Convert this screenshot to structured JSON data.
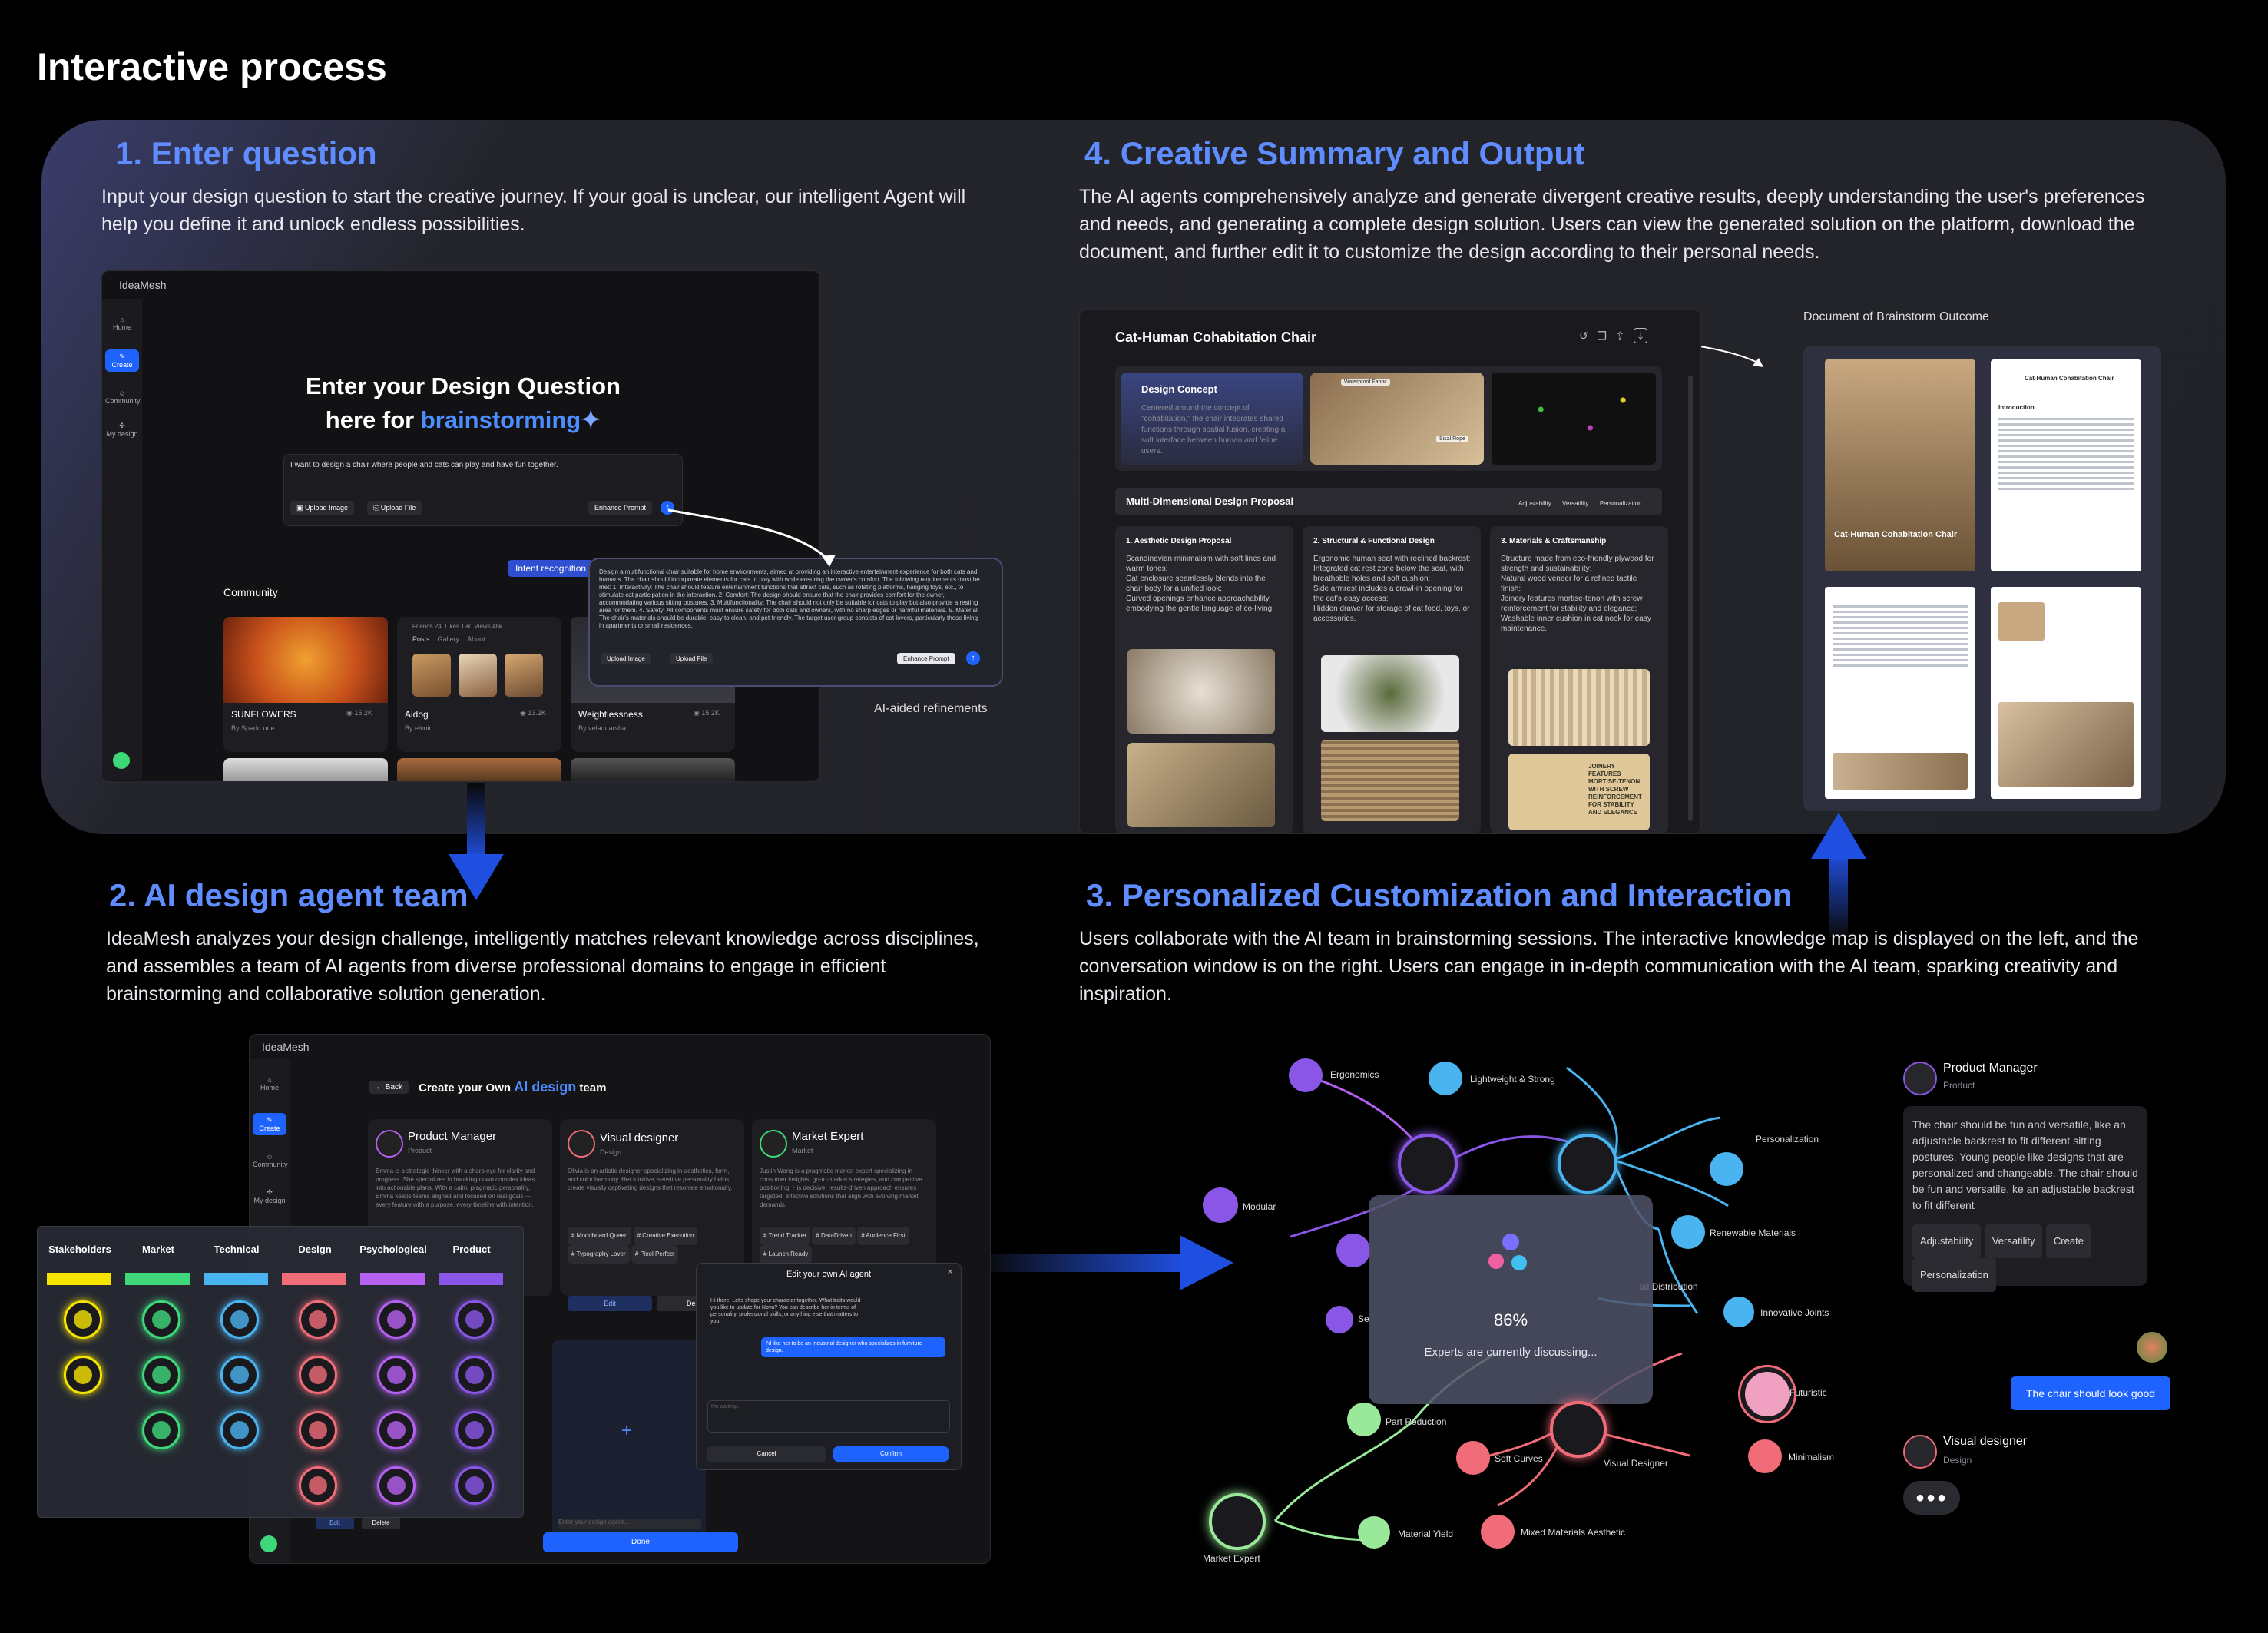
{
  "page": {
    "title": "Interactive process"
  },
  "sections": {
    "s1": {
      "heading": "1. Enter question",
      "text": "Input your design question to start the creative journey. If your goal is unclear, our intelligent Agent will help you define it and unlock endless possibilities."
    },
    "s2": {
      "heading": "2. AI design agent team",
      "text": "IdeaMesh analyzes your design challenge, intelligently matches relevant knowledge across disciplines, and assembles a team of AI agents from diverse professional domains to engage in efficient brainstorming and collaborative solution generation."
    },
    "s3": {
      "heading": "3. Personalized Customization and Interaction",
      "text": "Users collaborate with the AI team in brainstorming sessions. The interactive knowledge map is displayed on the left, and the conversation window is on the right. Users can engage in in-depth communication with the AI team, sparking creativity and inspiration."
    },
    "s4": {
      "heading": "4. Creative Summary and Output",
      "text": "The AI agents comprehensively analyze and generate divergent creative results, deeply understanding the user's preferences and needs, and generating a complete design solution. Users can view the generated solution on the platform, download the document, and further edit it to customize the design according to their personal needs."
    }
  },
  "app1": {
    "brand": "IdeaMesh",
    "nav": [
      "Home",
      "Create",
      "Community",
      "My design"
    ],
    "hero_line1": "Enter your Design Question",
    "hero_line2_prefix": "here for",
    "hero_highlight": "brainstorming",
    "input_text": "I want to design a chair where people and cats can play and have fun together.",
    "upload_image": "Upload Image",
    "upload_file": "Upload File",
    "enhance_prompt": "Enhance Prompt",
    "intent_badge": "Intent recognition",
    "refined_text": "Design a multifunctional chair suitable for home environments, aimed at providing an interactive entertainment experience for both cats and humans. The chair should incorporate elements for cats to play with while ensuring the owner's comfort. The following requirements must be met: 1. Interactivity: The chair should feature entertainment functions that attract cats, such as rotating platforms, hanging toys, etc., to stimulate cat participation in the interaction. 2. Comfort: The design should ensure that the chair provides comfort for the owner, accommodating various sitting postures. 3. Multifunctionality: The chair should not only be suitable for cats to play but also provide a resting area for them. 4. Safety: All components must ensure safety for both cats and owners, with no sharp edges or harmful materials. 5. Material: The chair's materials should be durable, easy to clean, and pet-friendly. The target user group consists of cat lovers, particularly those living in apartments or small residences.",
    "ai_refine_caption": "AI-aided refinements",
    "community_label": "Community",
    "profile_stats": [
      "Friends 24",
      "Likes 19k",
      "Views 46k"
    ],
    "profile_tabs": [
      "Posts",
      "Gallery",
      "About"
    ],
    "cards": [
      {
        "title": "SUNFLOWERS",
        "count": "15.2K",
        "author": "By SparkLune"
      },
      {
        "title": "Aidog",
        "count": "13.2K",
        "author": "By elvoin"
      },
      {
        "title": "Weightlessness",
        "count": "15.2K",
        "author": "By velaquarsha"
      }
    ]
  },
  "app4": {
    "title": "Cat-Human Cohabitation Chair",
    "concept_title": "Design Concept",
    "concept_text": "Centered around the concept of \"cohabitation,\" the chair integrates shared functions through spatial fusion, creating a soft interface between human and feline users.",
    "image_tags": [
      "Waterproof Fabric",
      "Sisal Rope"
    ],
    "proposal_title": "Multi-Dimensional Design Proposal",
    "proposal_tags": [
      "Adjustability",
      "Versatility",
      "Personalization"
    ],
    "columns": [
      {
        "title": "1. Aesthetic Design Proposal",
        "items": [
          "Scandinavian minimalism with soft lines and warm tones;",
          "Cat enclosure seamlessly blends into the chair body for a unified look;",
          "Curved openings enhance approachability, embodying the gentle language of co-living."
        ]
      },
      {
        "title": "2. Structural & Functional Design",
        "items": [
          "Ergonomic human seat with reclined backrest;",
          "Integrated cat rest zone below the seat, with breathable holes and soft cushion;",
          "Side armrest includes a crawl-in opening for the cat's easy access;",
          "Hidden drawer for storage of cat food, toys, or accessories."
        ]
      },
      {
        "title": "3. Materials & Craftsmanship",
        "items": [
          "Structure made from eco-friendly plywood for strength and sustainability;",
          "Natural wood veneer for a refined tactile finish;",
          "Joinery features mortise-tenon with screw reinforcement for stability and elegance;",
          "Washable inner cushion in cat nook for easy maintenance."
        ]
      }
    ],
    "joinery_caption": "JOINERY FEATURES MORTISE-TENON WITH SCREW REINFORCEMENT FOR STABILITY AND ELEGANCE",
    "doc_caption": "Document of Brainstorm Outcome",
    "doc_cover_title": "Cat-Human Cohabitation Chair",
    "doc_page_title": "Cat-Human Cohabitation Chair",
    "doc_intro": "Introduction"
  },
  "app2": {
    "brand": "IdeaMesh",
    "nav": [
      "Home",
      "Create",
      "Community",
      "My design"
    ],
    "back": "Back",
    "heading_prefix": "Create your Own",
    "heading_highlight": "AI design",
    "heading_suffix": "team",
    "agents": [
      {
        "name": "Product Manager",
        "role": "Product",
        "text": "Emma is a strategic thinker with a sharp eye for clarity and progress. She specializes in breaking down complex ideas into actionable plans. With a calm, pragmatic personality, Emma keeps teams aligned and focused on real goals — every feature with a purpose, every timeline with intention.",
        "tags": []
      },
      {
        "name": "Visual designer",
        "role": "Design",
        "text": "Olivia is an artistic designer specializing in aesthetics, form, and color harmony. Her intuitive, sensitive personality helps create visually captivating designs that resonate emotionally.",
        "tags": [
          "Moodboard Queen",
          "Creative Execution",
          "Typography Lover",
          "Pixel Perfect"
        ]
      },
      {
        "name": "Market Expert",
        "role": "Market",
        "text": "Justin Wang is a pragmatic market expert specializing in consumer insights, go-to-market strategies, and competitive positioning. His decisive, results-driven approach ensures targeted, effective solutions that align with evolving market demands.",
        "tags": [
          "Trend Tracker",
          "DataDriven",
          "Audience First",
          "Launch Ready"
        ]
      }
    ],
    "edit": "Edit",
    "delete": "Delete",
    "done": "Done",
    "modal_title": "Edit your own AI agent",
    "modal_msg_agent": "Hi there! Let's shape your character together. What traits would you like to update for Nova? You can describe her in terms of personality, professional skills, or anything else that matters to you.",
    "modal_msg_user": "I'd like her to be an industrial designer who specializes in furniture design.",
    "modal_placeholder": "I'm waiting...",
    "cancel": "Cancel",
    "confirm": "Confirm",
    "enter_placeholder": "Enter your design agent...",
    "categories": [
      {
        "label": "Stakeholders",
        "color": "#f5e400"
      },
      {
        "label": "Market",
        "color": "#3ed87a"
      },
      {
        "label": "Technical",
        "color": "#4ab4f0"
      },
      {
        "label": "Design",
        "color": "#f06c78"
      },
      {
        "label": "Psychological",
        "color": "#b560f0"
      },
      {
        "label": "Product",
        "color": "#8a56e8"
      }
    ]
  },
  "app3": {
    "nodes": {
      "ergonomics": "Ergonomics",
      "lightweight": "Lightweight & Strong",
      "personalization": "Personalization",
      "modular": "Modular",
      "renewable": "Renewable Materials",
      "distribution": "ad Distribution",
      "innovative": "Innovative Joints",
      "futuristic": "Futuristic",
      "minimalism": "Minimalism",
      "visual_designer": "Visual Designer",
      "soft_curves": "Soft Curves",
      "part_reduction": "Part Reduction",
      "market_expert": "Market Expert",
      "material_yield": "Material Yield",
      "mixed_materials": "Mixed Materials Aesthetic",
      "se": "Se"
    },
    "progress_value": "86%",
    "progress_text": "Experts are currently discussing...",
    "pm_name": "Product Manager",
    "pm_role": "Product",
    "pm_message": "The chair should be fun and versatile, like an adjustable backrest to fit different sitting postures. Young people like designs that are personalized and changeable. The chair should be fun and versatile, ke an adjustable backrest to fit different",
    "pm_tags": [
      "Adjustability",
      "Versatility",
      "Create",
      "Personalization"
    ],
    "user_message": "The chair should look good",
    "vd_name": "Visual designer",
    "vd_role": "Design"
  }
}
